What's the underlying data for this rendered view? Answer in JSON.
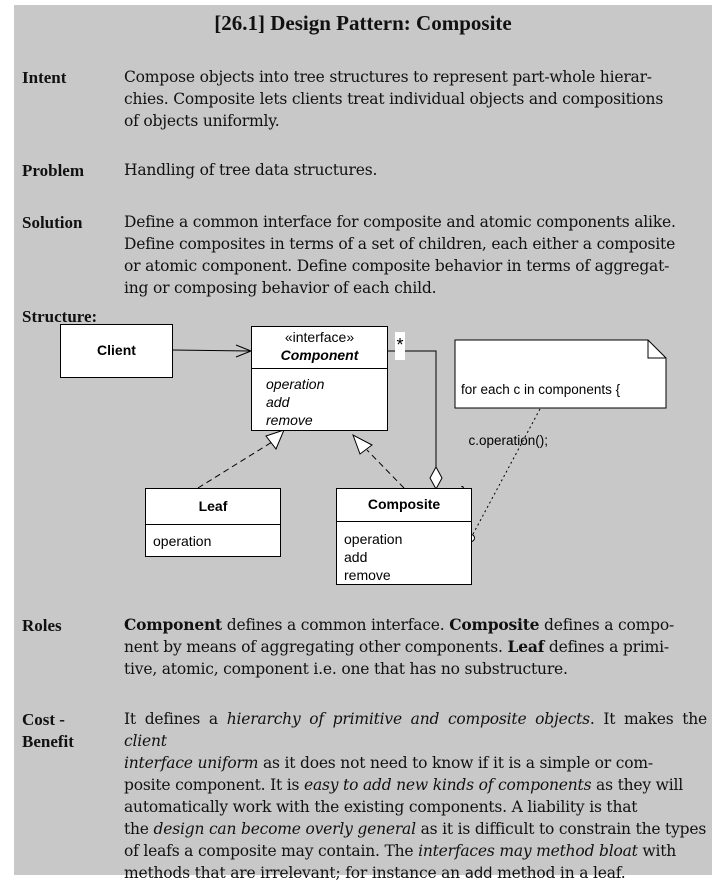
{
  "title": "[26.1] Design Pattern: Composite",
  "sections": {
    "intent": {
      "label": "Intent",
      "lines": [
        "Compose objects into tree structures to represent part-whole hierar-",
        "chies. Composite lets clients treat individual objects and compositions",
        "of objects uniformly."
      ]
    },
    "problem": {
      "label": "Problem",
      "lines": [
        "Handling of tree data structures."
      ]
    },
    "solution": {
      "label": "Solution",
      "lines": [
        "Define a common interface for composite and atomic components alike.",
        "Define composites in terms of a set of children, each either a composite",
        "or atomic component. Define composite behavior in terms of aggregat-",
        "ing or composing behavior of each child."
      ]
    },
    "structure": {
      "label": "Structure:"
    },
    "roles": {
      "label": "Roles",
      "component_term": "Component",
      "component_text": " defines a common interface. ",
      "composite_term": "Composite",
      "composite_text": " defines a compo-",
      "line2": "nent by means of aggregating other components. ",
      "leaf_term": "Leaf",
      "leaf_text": " defines a primi-",
      "line3": "tive, atomic, component i.e. one that has no substructure."
    },
    "cost_benefit": {
      "label_line1": "Cost -",
      "label_line2": "Benefit",
      "l1a": "It defines a ",
      "l1b": "hierarchy of primitive and composite objects",
      "l1c": ". It makes the ",
      "l1d": "client",
      "l2a": "interface uniform",
      "l2b": " as it does not need to know if it is a simple or com-",
      "l3a": "posite component. It is ",
      "l3b": "easy to add new kinds of components",
      "l3c": " as they will",
      "l4": "automatically work with the existing components. A liability is that",
      "l5a": "the ",
      "l5b": "design can become overly general",
      "l5c": " as it is difficult to constrain the types",
      "l6a": "of leafs a composite may contain. The ",
      "l6b": "interfaces may method bloat",
      "l6c": " with",
      "l7a": "methods that are irrelevant; for instance an ",
      "l7b": "add",
      "l7c": " method in a leaf."
    }
  },
  "diagram": {
    "client": "Client",
    "component": {
      "stereotype": "«interface»",
      "name": "Component",
      "ops": [
        "operation",
        "add",
        "remove"
      ]
    },
    "multiplicity": "*",
    "note_lines": [
      "for each c in components {",
      "  c.operation();",
      "}"
    ],
    "leaf": {
      "name": "Leaf",
      "ops": [
        "operation"
      ]
    },
    "composite": {
      "name": "Composite",
      "ops": [
        "operation",
        "add",
        "remove"
      ]
    }
  }
}
